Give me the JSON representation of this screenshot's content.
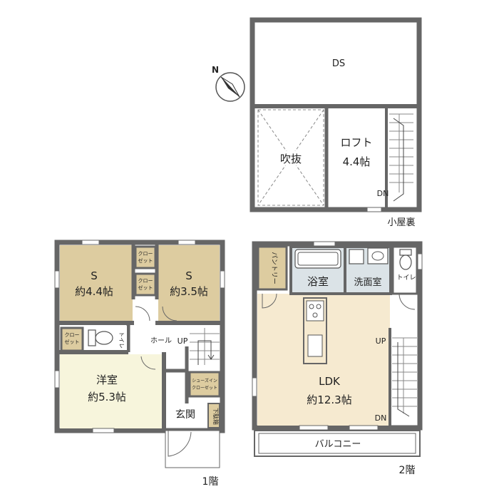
{
  "colors": {
    "wall": "#6e6e6e",
    "wall_dark": "#555555",
    "room_s": "#ddcca0",
    "room_ldk": "#f6ead0",
    "room_western": "#f7f5dc",
    "wet_area": "#dbe3e7",
    "closet": "#ddcca0",
    "floor_white": "#ffffff",
    "text": "#222222"
  },
  "icons": {
    "compass": "north-arrow-icon",
    "toilet": "toilet-icon",
    "bathtub": "bathtub-icon",
    "kitchen": "stove-icon",
    "sink": "sink-icon"
  },
  "floor3": {
    "caption": "小屋裏",
    "compass_label": "N",
    "rooms": {
      "ds": "DS",
      "fukinuke": "吹抜",
      "loft_name": "ロフト",
      "loft_size": "4.4帖"
    },
    "stair_dn": "DN"
  },
  "floor1": {
    "caption": "1階",
    "rooms": {
      "s1_name": "S",
      "s1_size": "約4.4帖",
      "s2_name": "S",
      "s2_size": "約3.5帖",
      "closet_a_l1": "クロー",
      "closet_a_l2": "ゼット",
      "closet_b_l1": "クロー",
      "closet_b_l2": "ゼット",
      "closet_c_l1": "クロー",
      "closet_c_l2": "ゼット",
      "toilet": "トイレ",
      "hall": "ホール",
      "western_name": "洋室",
      "western_size": "約5.3帖",
      "shoes_l1": "シューズイン",
      "shoes_l2": "クローゼット",
      "entrance": "玄関",
      "shoebox": "下駄箱"
    },
    "stair_up": "UP"
  },
  "floor2": {
    "caption": "2階",
    "rooms": {
      "pantry": "パントリー",
      "bath": "浴室",
      "washroom": "洗面室",
      "toilet": "トイレ",
      "ldk_name": "LDK",
      "ldk_size": "約12.3帖",
      "balcony": "バルコニー"
    },
    "stair_up": "UP",
    "stair_dn": "DN"
  }
}
